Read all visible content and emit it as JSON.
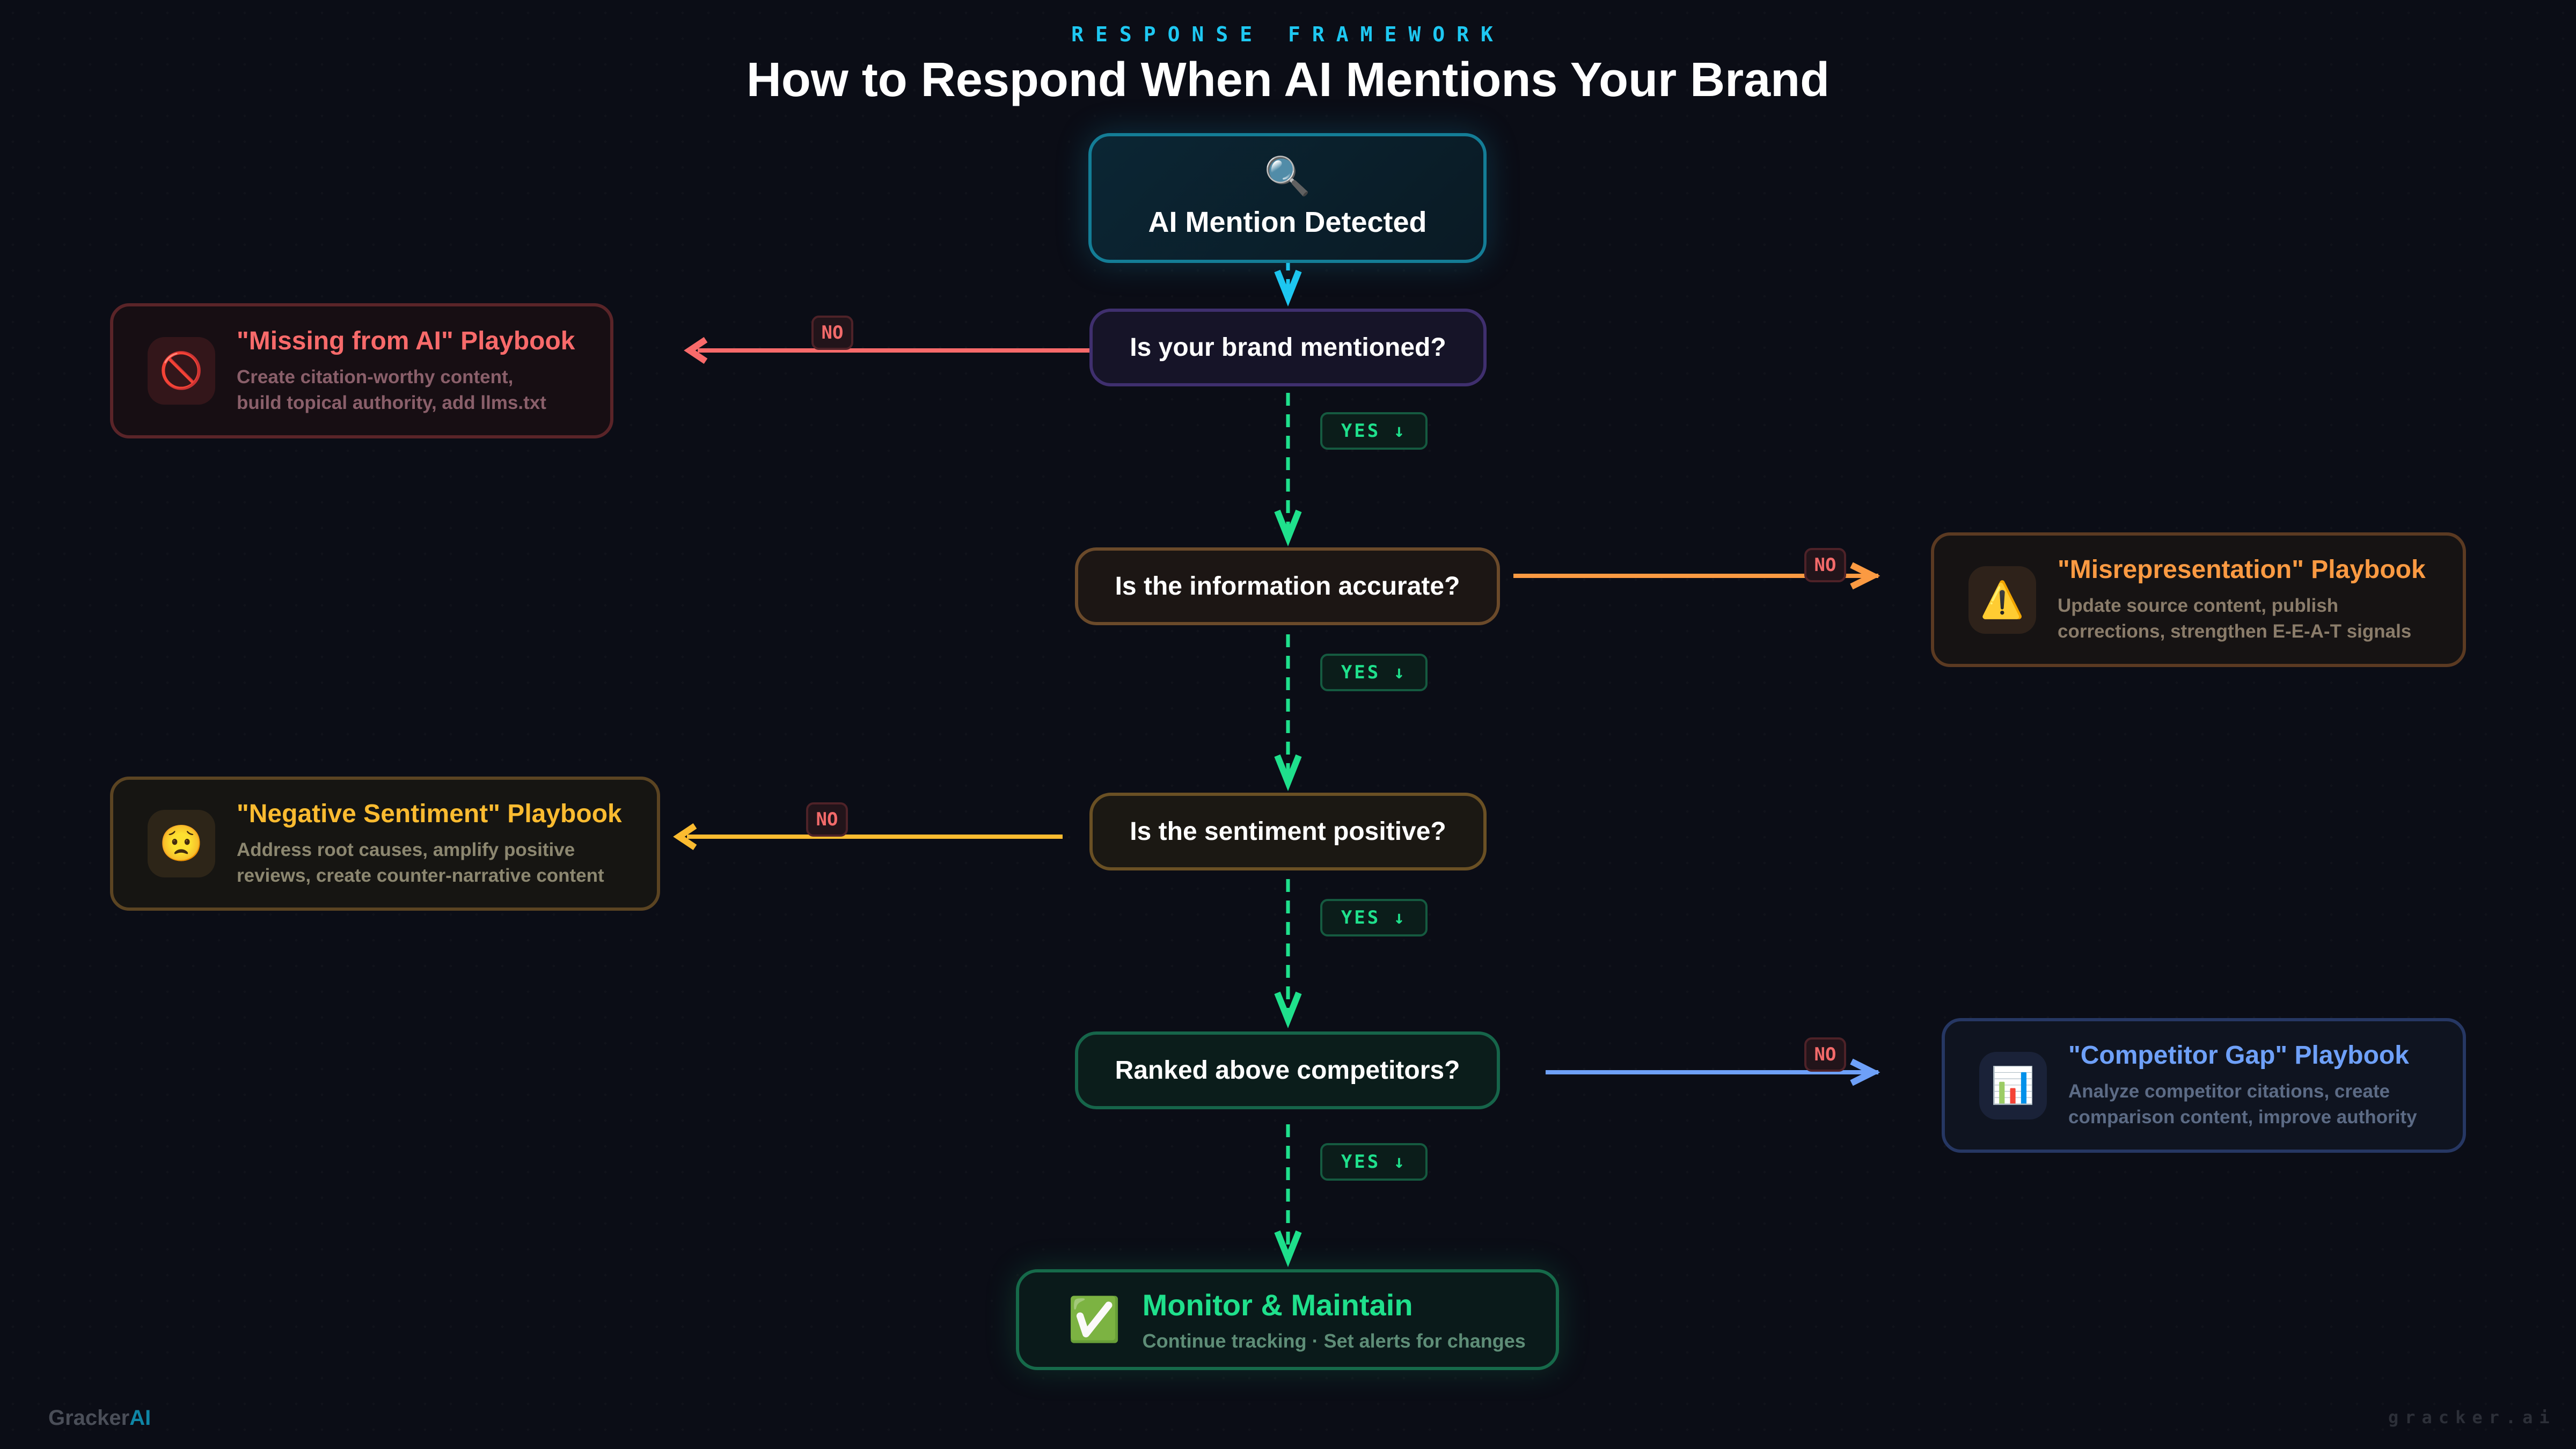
{
  "header": {
    "kicker": "RESPONSE FRAMEWORK",
    "title": "How to Respond When AI Mentions Your Brand"
  },
  "start": {
    "icon": "magnifying-glass-icon",
    "icon_glyph": "🔍",
    "label": "AI Mention Detected"
  },
  "decisions": [
    {
      "label": "Is your brand mentioned?"
    },
    {
      "label": "Is the information accurate?"
    },
    {
      "label": "Is the sentiment positive?"
    },
    {
      "label": "Ranked above competitors?"
    }
  ],
  "branch_labels": {
    "no": "NO",
    "yes": "YES ↓"
  },
  "playbooks": [
    {
      "title": "\"Missing from AI\" Playbook",
      "line1": "Create citation-worthy content,",
      "line2": "build topical authority, add llms.txt",
      "icon": "prohibited-icon",
      "icon_glyph": "🚫",
      "color": "#f86a6a"
    },
    {
      "title": "\"Misrepresentation\" Playbook",
      "line1": "Update source content, publish",
      "line2": "corrections, strengthen E-E-A-T signals",
      "icon": "warning-icon",
      "icon_glyph": "⚠️",
      "color": "#fb9a42"
    },
    {
      "title": "\"Negative Sentiment\" Playbook",
      "line1": "Address root causes, amplify positive",
      "line2": "reviews, create counter-narrative content",
      "icon": "worried-face-icon",
      "icon_glyph": "😟",
      "color": "#fbbb30"
    },
    {
      "title": "\"Competitor Gap\" Playbook",
      "line1": "Analyze competitor citations, create",
      "line2": "comparison content, improve authority",
      "icon": "bar-chart-icon",
      "icon_glyph": "📊",
      "color": "#6ea0f8"
    }
  ],
  "end": {
    "icon": "check-mark-icon",
    "icon_glyph": "✅",
    "title": "Monitor & Maintain",
    "subtitle": "Continue tracking · Set alerts for changes"
  },
  "footer": {
    "brand_main": "Gracker",
    "brand_accent": "AI",
    "url": "gracker.ai"
  },
  "colors": {
    "accent_cyan": "#1ec8f2",
    "yes_green": "#1fe08c",
    "no_red": "#f26a6a"
  }
}
